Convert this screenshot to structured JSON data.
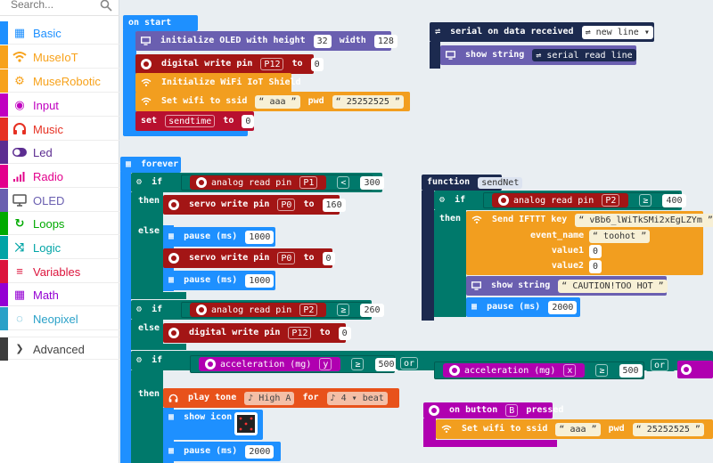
{
  "search": {
    "placeholder": "Search..."
  },
  "categories": [
    {
      "label": "Basic",
      "color": "#1e90ff",
      "icon": "grid-icon"
    },
    {
      "label": "MuseIoT",
      "color": "#f7a21b",
      "icon": "wifi-icon"
    },
    {
      "label": "MuseRobotic",
      "color": "#f7a21b",
      "icon": "robot-icon"
    },
    {
      "label": "Input",
      "color": "#c000c0",
      "icon": "target-icon"
    },
    {
      "label": "Music",
      "color": "#e63022",
      "icon": "headphones-icon"
    },
    {
      "label": "Led",
      "color": "#5c2d91",
      "icon": "toggle-icon"
    },
    {
      "label": "Radio",
      "color": "#e3008c",
      "icon": "signal-bars-icon"
    },
    {
      "label": "OLED",
      "color": "#6a5fb0",
      "icon": "monitor-icon"
    },
    {
      "label": "Loops",
      "color": "#00aa00",
      "icon": "loop-icon"
    },
    {
      "label": "Logic",
      "color": "#00a4a6",
      "icon": "shuffle-icon"
    },
    {
      "label": "Variables",
      "color": "#dc143c",
      "icon": "list-icon"
    },
    {
      "label": "Math",
      "color": "#9400d3",
      "icon": "calculator-icon"
    },
    {
      "label": "Neopixel",
      "color": "#2aa1c8",
      "icon": "spinner-icon"
    },
    {
      "label": "Advanced",
      "color": "#3c3c3c",
      "icon": "chevron-down-icon"
    }
  ],
  "blocks": {
    "on_start": {
      "label": "on start"
    },
    "init_oled": {
      "text": "initialize OLED with height",
      "height": "32",
      "width_label": "width",
      "width": "128"
    },
    "digital_write1": {
      "text": "digital write pin",
      "pin": "P12",
      "to": "to",
      "value": "0"
    },
    "init_wifi": {
      "text": "Initialize WiFi IoT Shield"
    },
    "set_wifi1": {
      "text": "Set wifi to ssid",
      "ssid": "aaa",
      "pwd_label": "pwd",
      "pwd": "25252525"
    },
    "set_var": {
      "text": "set",
      "var": "sendtime",
      "to": "to",
      "value": "0"
    },
    "serial": {
      "text": "serial on data received",
      "value": "new line"
    },
    "show_string1": {
      "text": "show string",
      "value": "serial read line"
    },
    "forever": {
      "label": "forever"
    },
    "if1": {
      "if": "if",
      "then": "then",
      "else": "else",
      "read": "analog read pin",
      "pin": "P1",
      "op": "<",
      "value": "300"
    },
    "servo1": {
      "text": "servo write pin",
      "pin": "P0",
      "to": "to",
      "value": "160"
    },
    "pause1": {
      "text": "pause (ms)",
      "value": "1000"
    },
    "servo2": {
      "text": "servo write pin",
      "pin": "P0",
      "to": "to",
      "value": "0"
    },
    "pause2": {
      "text": "pause (ms)",
      "value": "1000"
    },
    "if2": {
      "if": "if",
      "else": "else",
      "read": "analog read pin",
      "pin": "P2",
      "op": "≥",
      "value": "260"
    },
    "digital_write2": {
      "text": "digital write pin",
      "pin": "P12",
      "to": "to",
      "value": "0"
    },
    "if3": {
      "if": "if",
      "then": "then",
      "accel": "acceleration (mg)",
      "axis_y": "y",
      "op1": "≥",
      "val1": "500",
      "or1": "or",
      "axis_x": "x",
      "op2": "≥",
      "val2": "500",
      "or2": "or"
    },
    "play_tone": {
      "text": "play tone",
      "note": "High A",
      "for": "for",
      "beat": "4",
      "beat_label": "beat"
    },
    "show_icon": {
      "text": "show icon"
    },
    "pause3": {
      "text": "pause (ms)",
      "value": "2000"
    },
    "function": {
      "label": "function",
      "name": "sendNet"
    },
    "if4": {
      "if": "if",
      "then": "then",
      "read": "analog read pin",
      "pin": "P2",
      "op": "≥",
      "value": "400"
    },
    "ifttt": {
      "text": "Send IFTTT key",
      "key": "vBb6_lWiTkSMi2xEgLZYm",
      "event_label": "event_name",
      "event": "toohot",
      "v1_label": "value1",
      "v1": "0",
      "v2_label": "value2",
      "v2": "0"
    },
    "show_string2": {
      "text": "show string",
      "value": "CAUTION!TOO HOT"
    },
    "pause4": {
      "text": "pause (ms)",
      "value": "2000"
    },
    "on_button": {
      "text": "on button",
      "button": "B",
      "pressed": "pressed"
    },
    "set_wifi2": {
      "text": "Set wifi to ssid",
      "ssid": "aaa",
      "pwd_label": "pwd",
      "pwd": "25252525"
    }
  },
  "colors": {
    "basic": "#1e90ff",
    "pins": "#a31515",
    "iot": "#f29e1f",
    "oled": "#6a5fb0",
    "logic": "#00796b",
    "input": "#b000b0",
    "music": "#e8521b",
    "variables": "#b8102f",
    "serial": "#1c2a4f"
  }
}
